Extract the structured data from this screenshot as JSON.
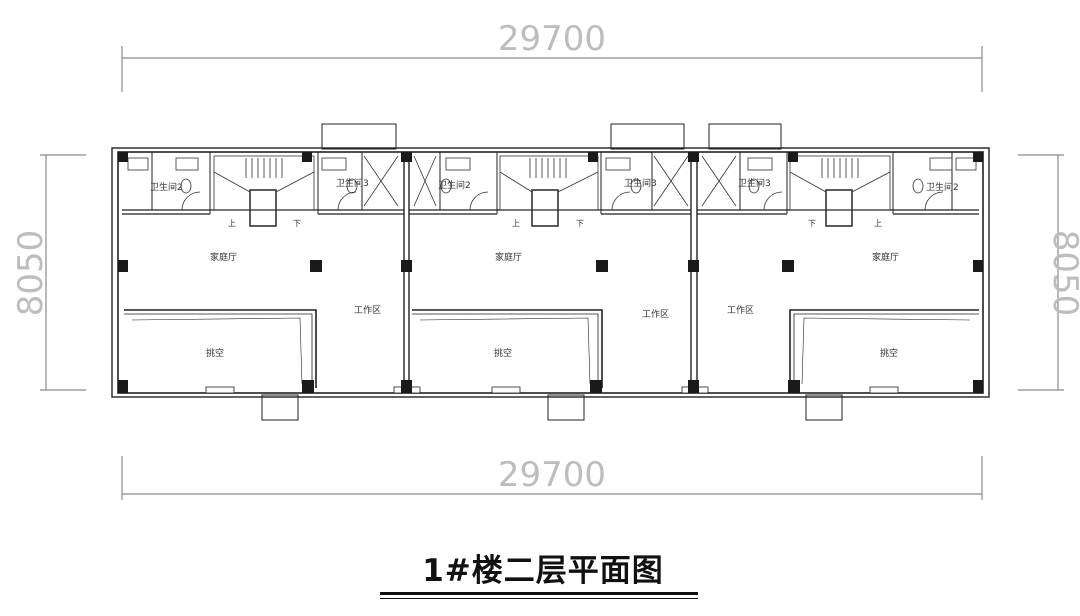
{
  "dimensions": {
    "top_width": "29700",
    "bottom_width": "29700",
    "left_depth": "8050",
    "right_depth": "8050"
  },
  "units": [
    {
      "bath_a_label": "卫生间2",
      "bath_b_label": "卫生间3",
      "family_hall_label": "家庭厅",
      "work_area_label": "工作区",
      "void_label": "挑空",
      "stair_up": "上",
      "stair_down": "下"
    },
    {
      "bath_a_label": "卫生间2",
      "bath_b_label": "卫生间3",
      "family_hall_label": "家庭厅",
      "work_area_label": "工作区",
      "void_label": "挑空",
      "stair_up": "上",
      "stair_down": "下"
    },
    {
      "bath_a_label": "卫生间3",
      "bath_b_label": "卫生间2",
      "family_hall_label": "家庭厅",
      "work_area_label": "工作区",
      "void_label": "挑空",
      "stair_up": "上",
      "stair_down": "下"
    }
  ],
  "title": "1#楼二层平面图",
  "colors": {
    "wall": "#222222",
    "dimension": "#9e9e9e",
    "column": "#1a1a1a"
  }
}
